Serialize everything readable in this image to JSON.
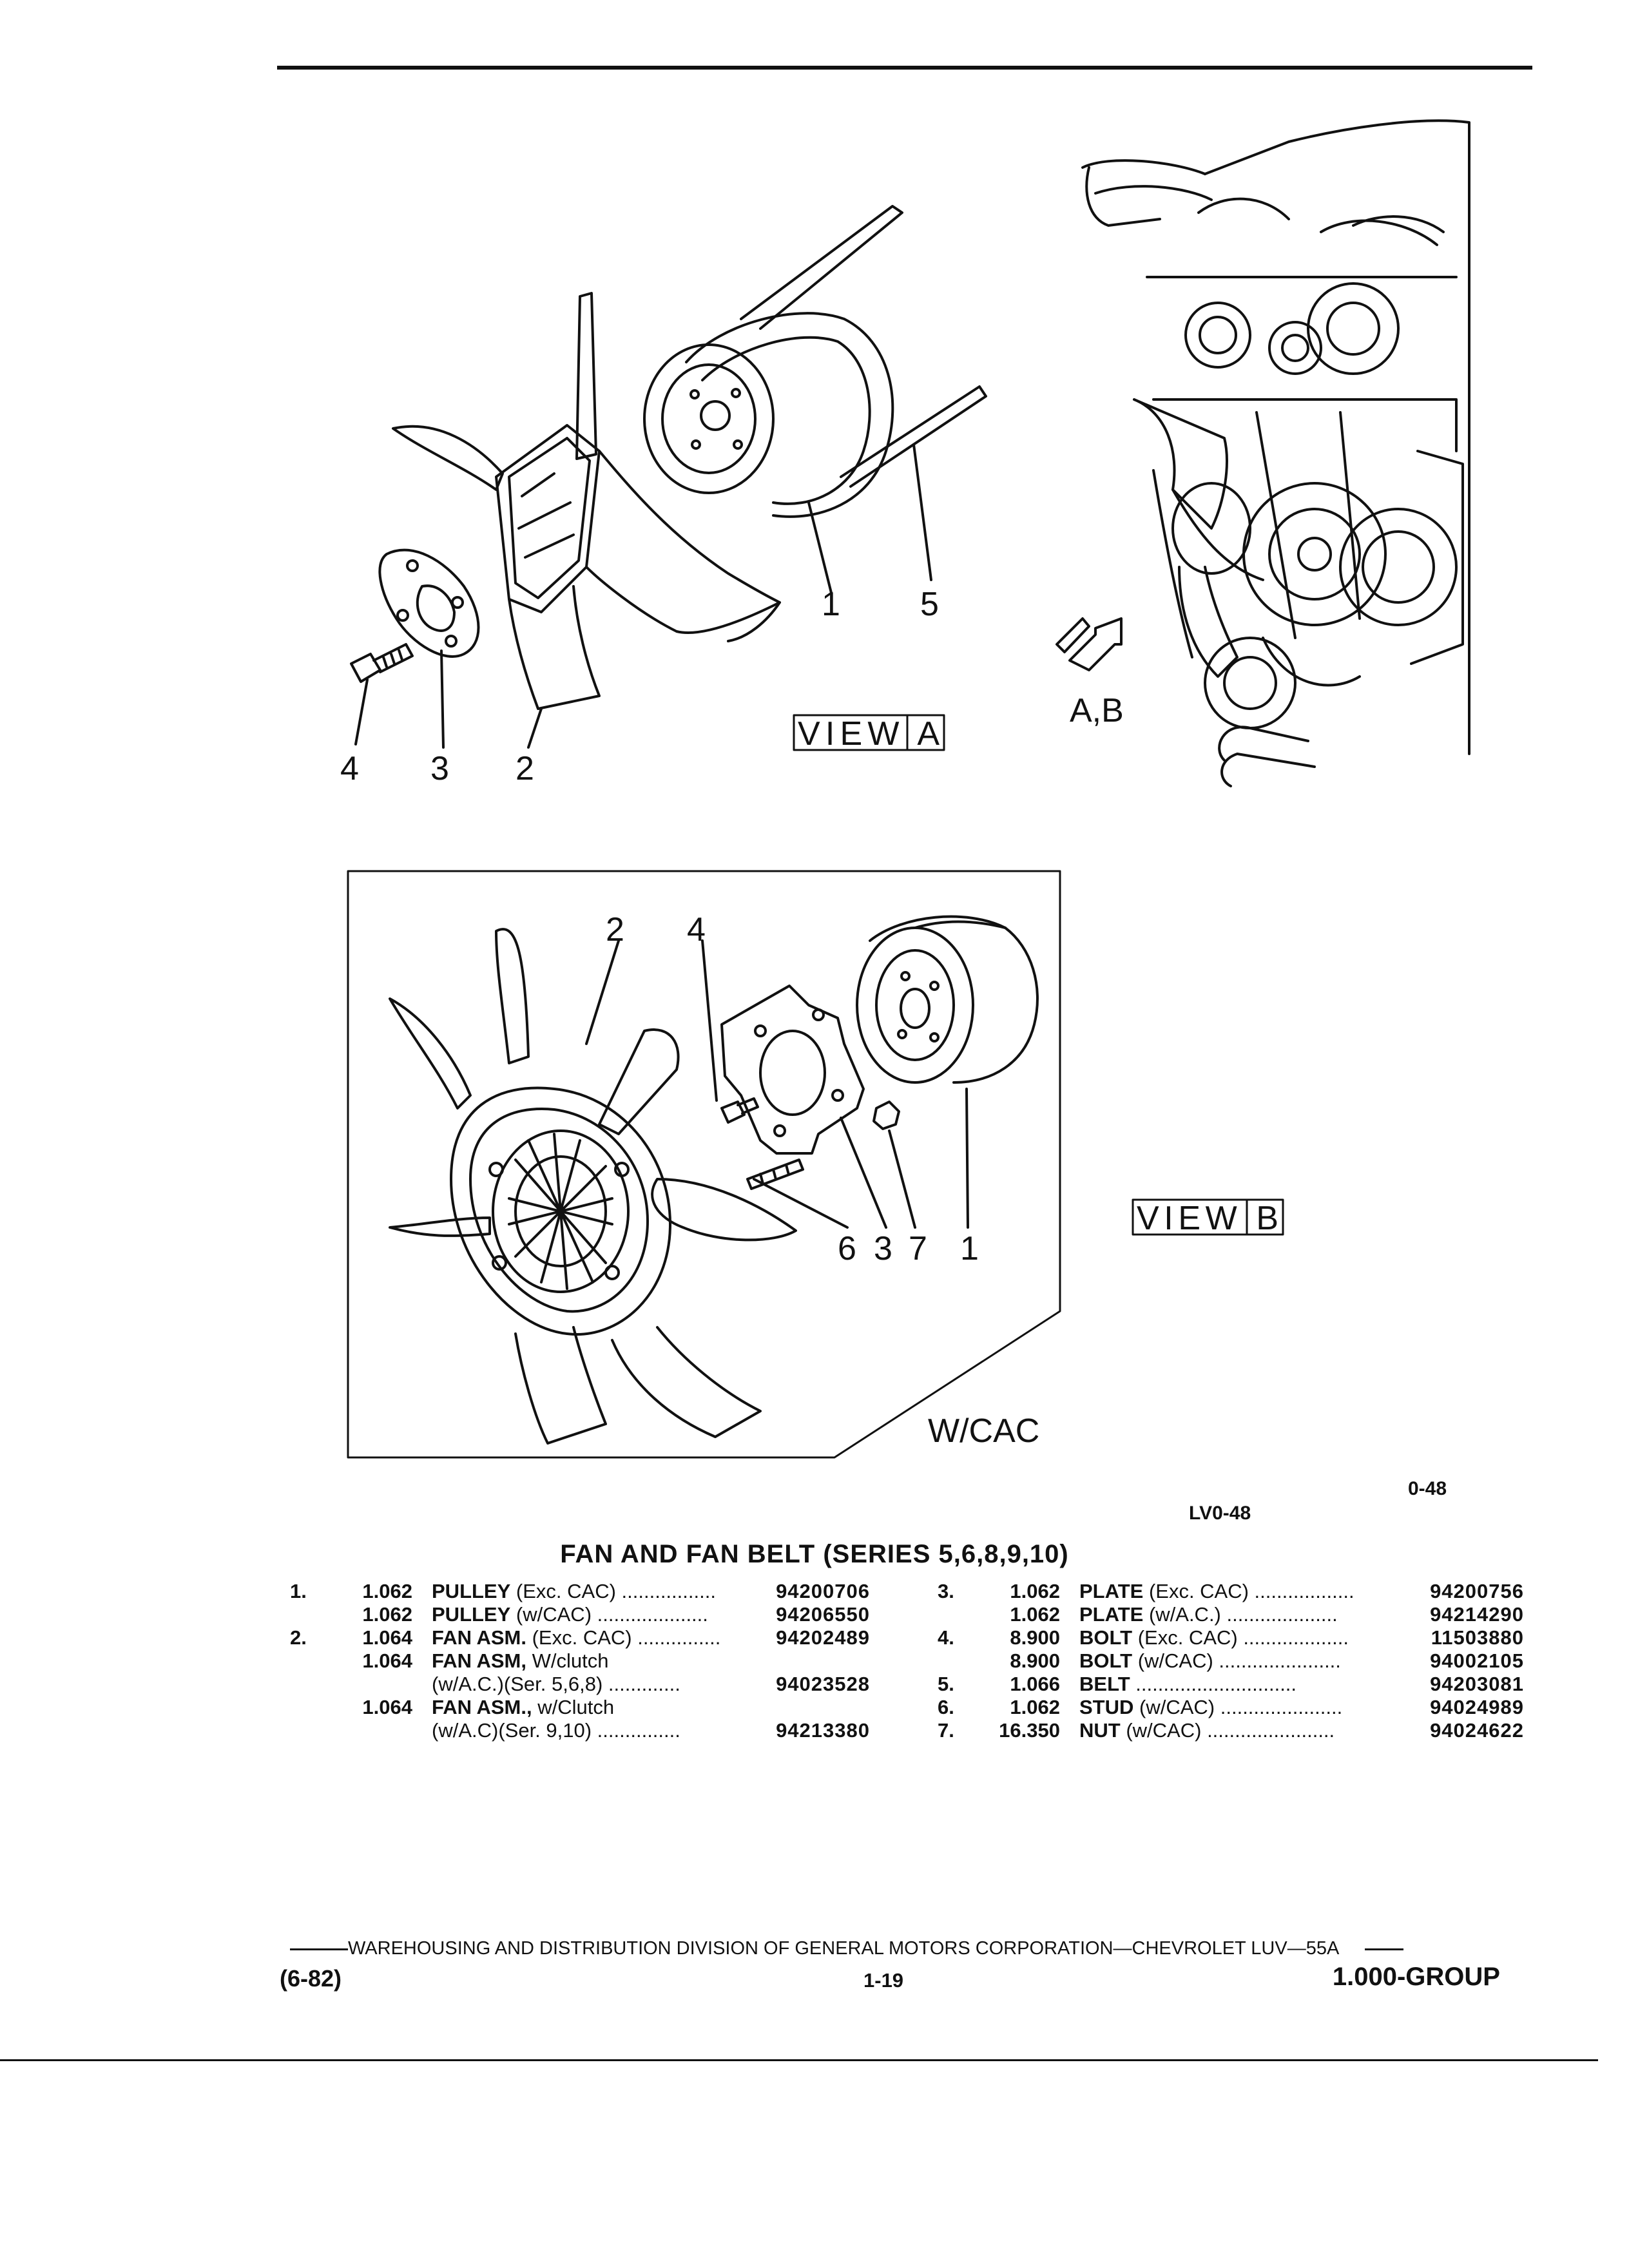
{
  "figure": {
    "view_a_callouts": [
      "1",
      "5",
      "4",
      "3",
      "2"
    ],
    "view_a_label": "VIEW A",
    "view_ab_arrow_label": "A,B",
    "view_b_callouts": [
      "2",
      "4",
      "6",
      "3",
      "7",
      "1"
    ],
    "view_b_label": "VIEW B",
    "wcac_label": "W/CAC",
    "fig_code_1": "0-48",
    "fig_code_2": "LV0-48"
  },
  "section_title": "FAN AND FAN BELT (SERIES 5,6,8,9,10)",
  "parts_left": [
    {
      "num": "1.",
      "group": "1.062",
      "name": "PULLEY",
      "qual": "(Exc. CAC)",
      "part": "94200706"
    },
    {
      "num": "",
      "group": "1.062",
      "name": "PULLEY",
      "qual": "(w/CAC)",
      "part": "94206550"
    },
    {
      "num": "2.",
      "group": "1.064",
      "name": "FAN ASM.",
      "qual": "(Exc. CAC)",
      "part": "94202489"
    },
    {
      "num": "",
      "group": "1.064",
      "name": "FAN ASM,",
      "qual": "W/clutch",
      "part": ""
    },
    {
      "num": "",
      "group": "",
      "name": "",
      "qual": "(w/A.C.)(Ser. 5,6,8)",
      "part": "94023528"
    },
    {
      "num": "",
      "group": "1.064",
      "name": "FAN ASM.,",
      "qual": "w/Clutch",
      "part": ""
    },
    {
      "num": "",
      "group": "",
      "name": "",
      "qual": "(w/A.C)(Ser. 9,10)",
      "part": "94213380"
    }
  ],
  "parts_right": [
    {
      "num": "3.",
      "group": "1.062",
      "name": "PLATE",
      "qual": "(Exc. CAC)",
      "part": "94200756"
    },
    {
      "num": "",
      "group": "1.062",
      "name": "PLATE",
      "qual": "(w/A.C.)",
      "part": "94214290"
    },
    {
      "num": "4.",
      "group": "8.900",
      "name": "BOLT",
      "qual": "(Exc. CAC)",
      "part": "11503880"
    },
    {
      "num": "",
      "group": "8.900",
      "name": "BOLT",
      "qual": "(w/CAC)",
      "part": "94002105"
    },
    {
      "num": "5.",
      "group": "1.066",
      "name": "BELT",
      "qual": "",
      "part": "94203081"
    },
    {
      "num": "6.",
      "group": "1.062",
      "name": "STUD",
      "qual": "(w/CAC)",
      "part": "94024989"
    },
    {
      "num": "7.",
      "group": "16.350",
      "name": "NUT",
      "qual": "(w/CAC)",
      "part": "94024622"
    }
  ],
  "footer": {
    "division_line": "WAREHOUSING AND DISTRIBUTION DIVISION OF GENERAL MOTORS CORPORATION—CHEVROLET LUV—55A",
    "date": "(6-82)",
    "page": "1-19",
    "group": "1.000-GROUP"
  }
}
